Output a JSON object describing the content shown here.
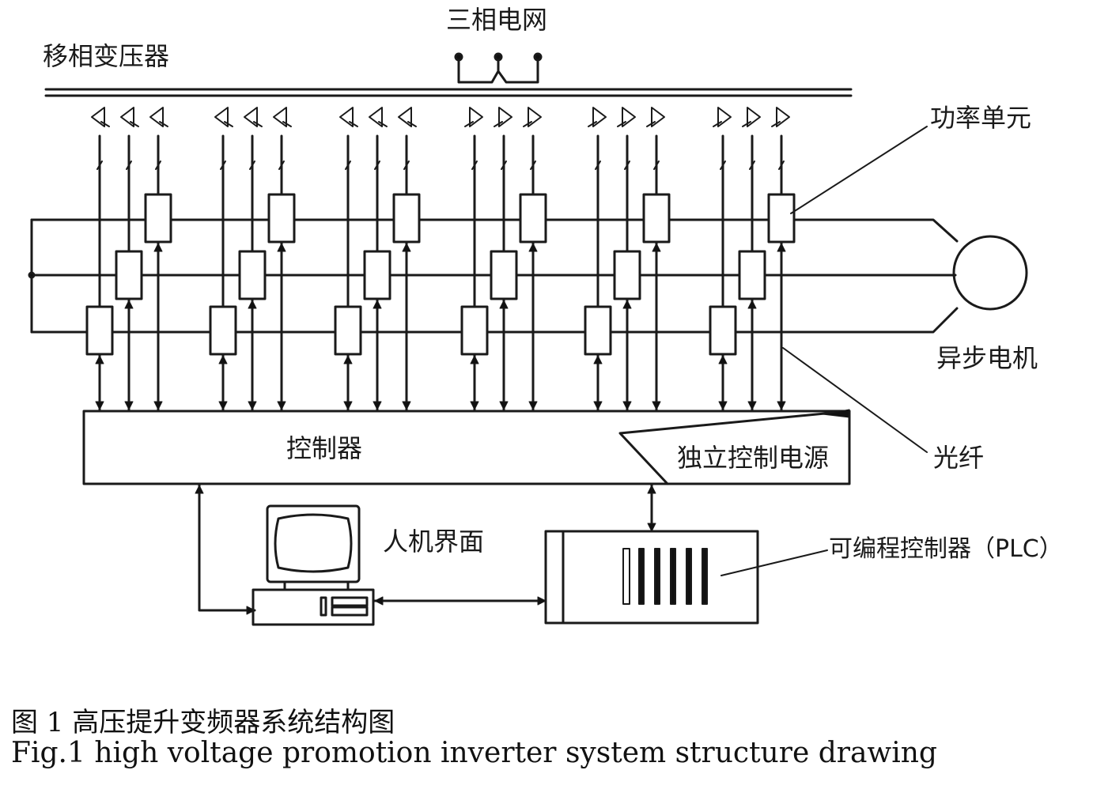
{
  "labels": {
    "grid": "三相电网",
    "transformer": "移相变压器",
    "power_unit": "功率单元",
    "motor": "异步电机",
    "controller": "控制器",
    "independent_power": "独立控制电源",
    "fiber": "光纤",
    "hmi": "人机界面",
    "plc": "可编程控制器（PLC）"
  },
  "caption": {
    "zh": "图 1 高压提升变频器系统结构图",
    "en": "Fig.1 high voltage promotion inverter system structure drawing"
  },
  "structure": {
    "groups": 6,
    "units_per_group": 3,
    "phases": 3,
    "plc_indicator_bars": 6
  }
}
